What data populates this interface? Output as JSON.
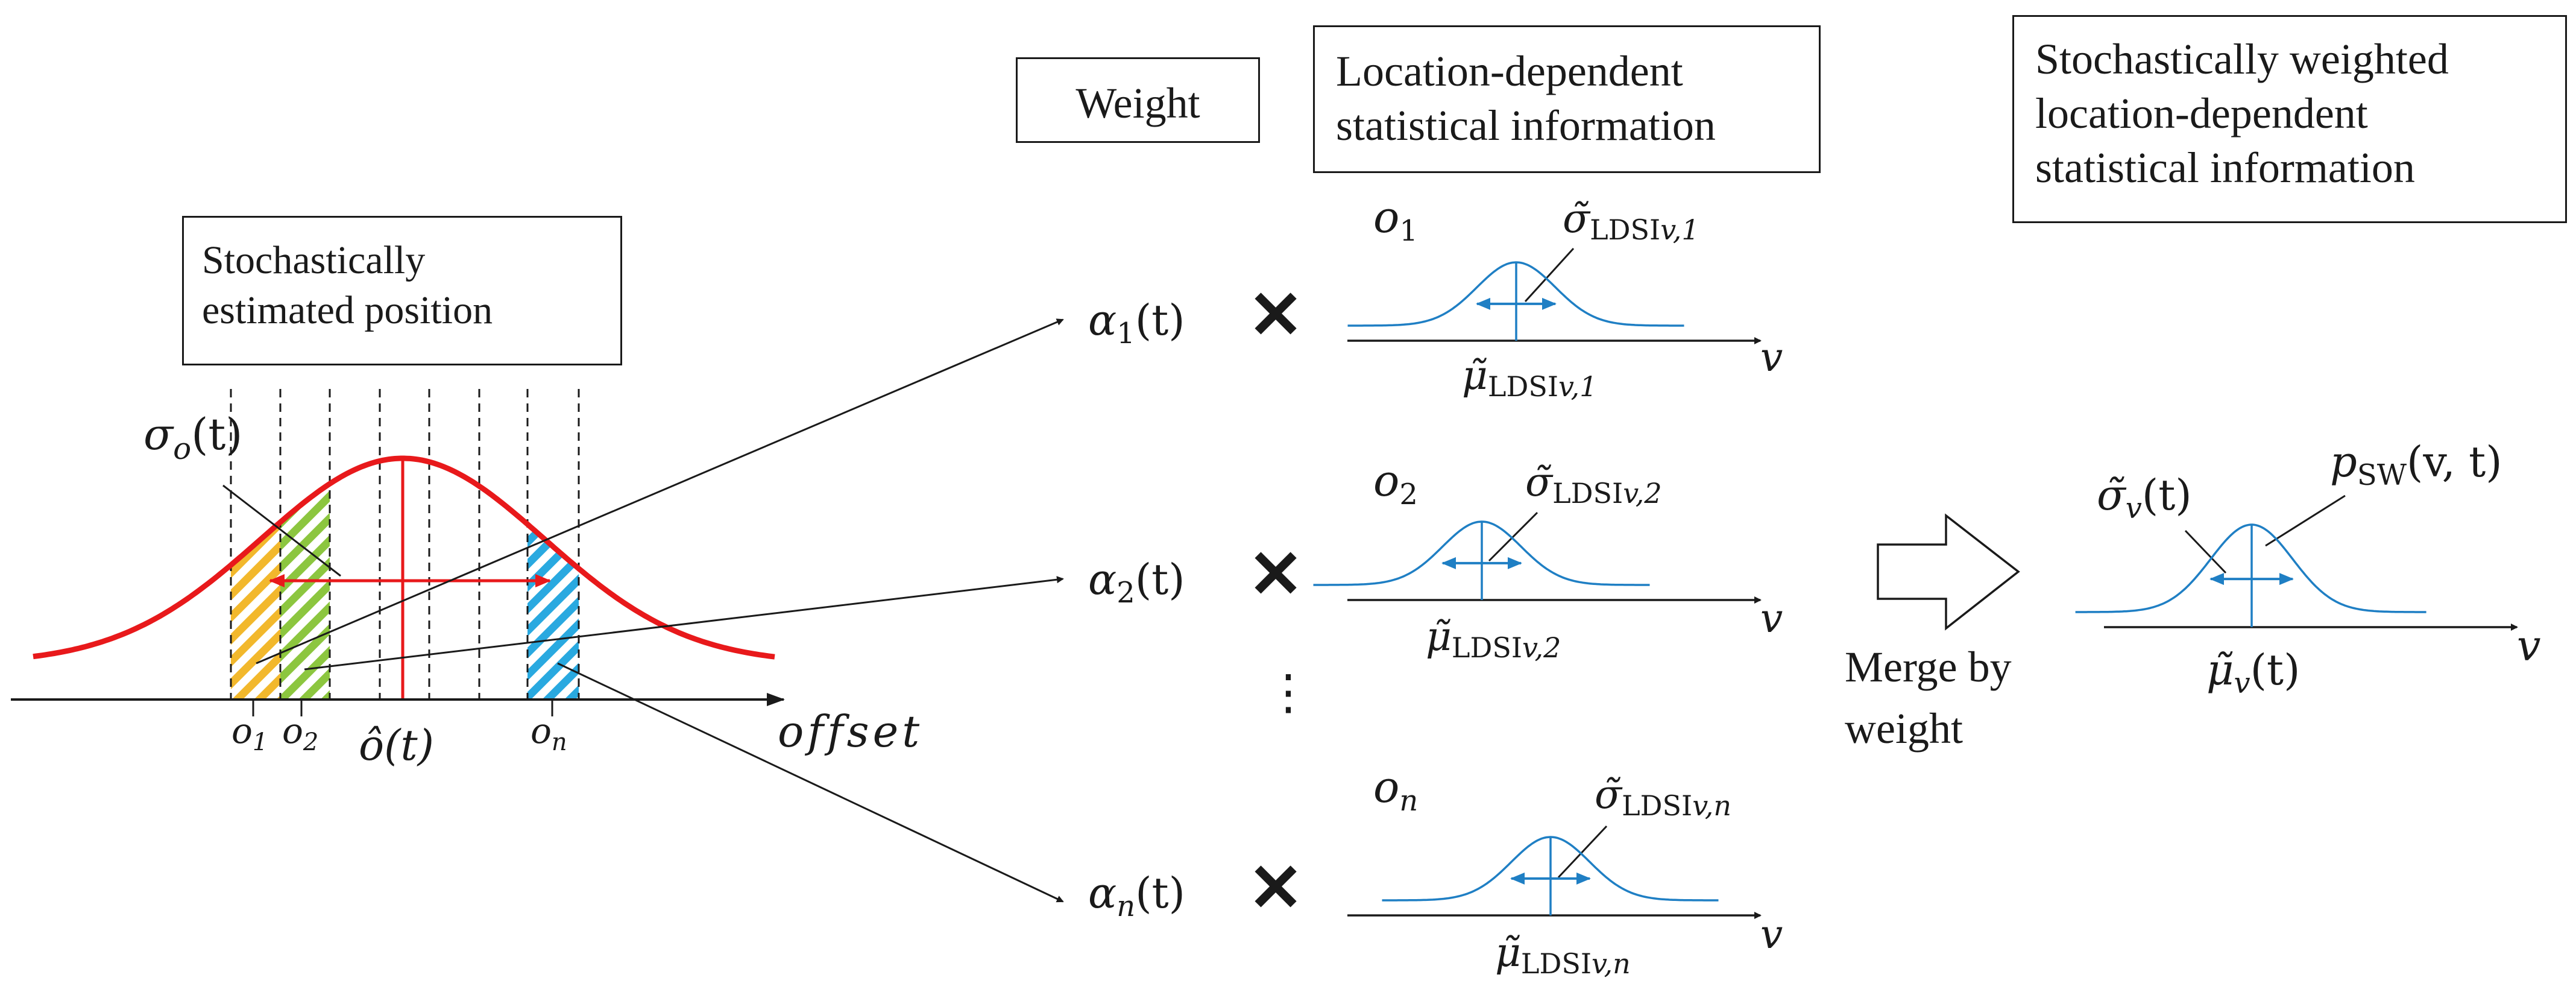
{
  "boxes": {
    "position": [
      "Stochastically",
      "estimated position"
    ],
    "weight": "Weight",
    "ldsi": [
      "Location-dependent",
      "statistical information"
    ],
    "swldsi": [
      "Stochastically weighted",
      "location-dependent",
      "statistical information"
    ]
  },
  "left_plot": {
    "sigma_o": "σ",
    "sigma_o_sub": "o",
    "sigma_o_arg": "(t)",
    "o1": "o",
    "o1_sub": "1",
    "o2": "o",
    "o2_sub": "2",
    "on": "o",
    "on_sub": "n",
    "o_hat": "ô(t)",
    "xaxis": "offset",
    "colors": {
      "curve": "#e8191b",
      "arrow": "#e8191b",
      "orange": "#f2b82c",
      "green": "#8cc63f",
      "blue": "#29a9e0"
    }
  },
  "weights": [
    {
      "alpha": "α",
      "sub": "1",
      "arg": "(t)"
    },
    {
      "alpha": "α",
      "sub": "2",
      "arg": "(t)"
    },
    {
      "alpha": "α",
      "sub": "n",
      "arg": "(t)"
    }
  ],
  "times_sign": "✕",
  "ellipsis": "⋮",
  "ldsi_plots": [
    {
      "o": "o",
      "o_sub": "1",
      "sigma": "σ̃",
      "sigma_sub": "LDSI",
      "sigma_sub2": "v,1",
      "mu": "μ̃",
      "mu_sub": "LDSI",
      "mu_sub2": "v,1",
      "axis": "v"
    },
    {
      "o": "o",
      "o_sub": "2",
      "sigma": "σ̃",
      "sigma_sub": "LDSI",
      "sigma_sub2": "v,2",
      "mu": "μ̃",
      "mu_sub": "LDSI",
      "mu_sub2": "v,2",
      "axis": "v"
    },
    {
      "o": "o",
      "o_sub": "n",
      "sigma": "σ̃",
      "sigma_sub": "LDSI",
      "sigma_sub2": "v,n",
      "mu": "μ̃",
      "mu_sub": "LDSI",
      "mu_sub2": "v,n",
      "axis": "v"
    }
  ],
  "merge_label": [
    "Merge by",
    "weight"
  ],
  "result_plot": {
    "sigma": "σ̃",
    "sigma_sub": "v",
    "sigma_arg": "(t)",
    "p": "p",
    "p_sub": "SW",
    "p_arg": "(v, t)",
    "mu": "μ̃",
    "mu_sub": "v",
    "mu_arg": "(t)",
    "axis": "v",
    "color": "#1f7fc4"
  }
}
